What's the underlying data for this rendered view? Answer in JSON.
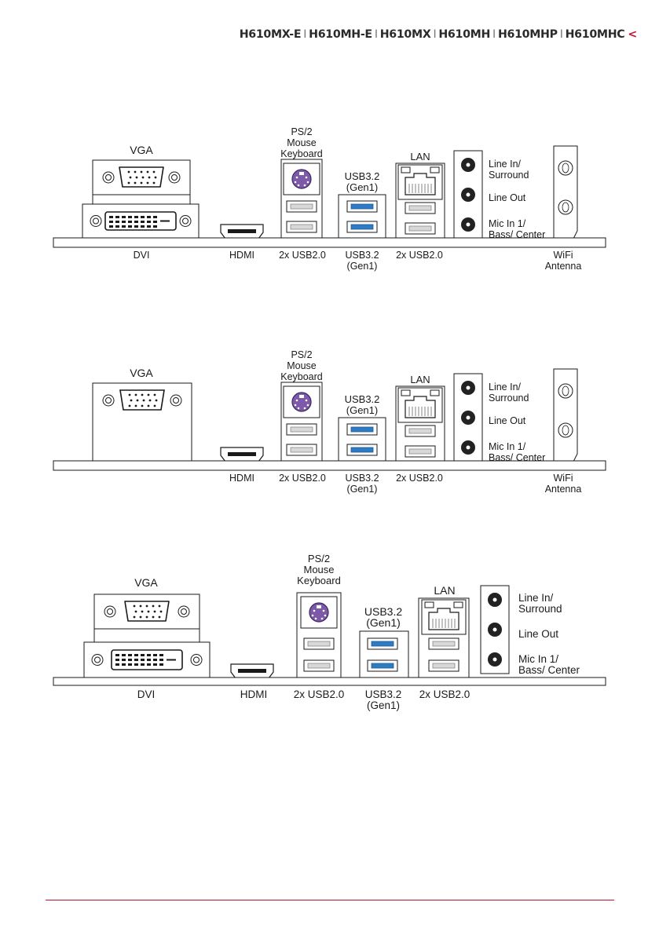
{
  "header": {
    "models": [
      "H610MX-E",
      "H610MH-E",
      "H610MX",
      "H610MH",
      "H610MHP",
      "H610MHC"
    ],
    "arrow": "<",
    "accent_color": "#c8102e"
  },
  "diagrams": [
    {
      "variant": "dvi-vga-wifi",
      "labels": {
        "vga": "VGA",
        "ps2": "PS/2\nMouse\nKeyboard",
        "usb32_top": "USB3.2\n(Gen1)",
        "lan": "LAN",
        "line_in": "Line In/\nSurround",
        "line_out": "Line Out",
        "mic_in": "Mic In 1/\nBass/ Center",
        "dvi": "DVI",
        "hdmi": "HDMI",
        "usb20_a": "2x USB2.0",
        "usb32_bottom": "USB3.2\n(Gen1)",
        "usb20_b": "2x USB2.0",
        "wifi": "WiFi\nAntenna"
      }
    },
    {
      "variant": "vga-wifi",
      "labels": {
        "vga": "VGA",
        "ps2": "PS/2\nMouse\nKeyboard",
        "usb32_top": "USB3.2\n(Gen1)",
        "lan": "LAN",
        "line_in": "Line In/\nSurround",
        "line_out": "Line Out",
        "mic_in": "Mic In 1/\nBass/ Center",
        "hdmi": "HDMI",
        "usb20_a": "2x USB2.0",
        "usb32_bottom": "USB3.2\n(Gen1)",
        "usb20_b": "2x USB2.0",
        "wifi": "WiFi\nAntenna"
      }
    },
    {
      "variant": "dvi-vga",
      "labels": {
        "vga": "VGA",
        "ps2": "PS/2\nMouse\nKeyboard",
        "usb32_top": "USB3.2\n(Gen1)",
        "lan": "LAN",
        "line_in": "Line In/\nSurround",
        "line_out": "Line Out",
        "mic_in": "Mic In 1/\nBass/ Center",
        "dvi": "DVI",
        "hdmi": "HDMI",
        "usb20_a": "2x USB2.0",
        "usb32_bottom": "USB3.2\n(Gen1)",
        "usb20_b": "2x USB2.0"
      }
    }
  ],
  "colors": {
    "usb3_blue": "#2e7bc4",
    "ps2_purple": "#7d5aa8",
    "line": "#1a1a1a"
  }
}
